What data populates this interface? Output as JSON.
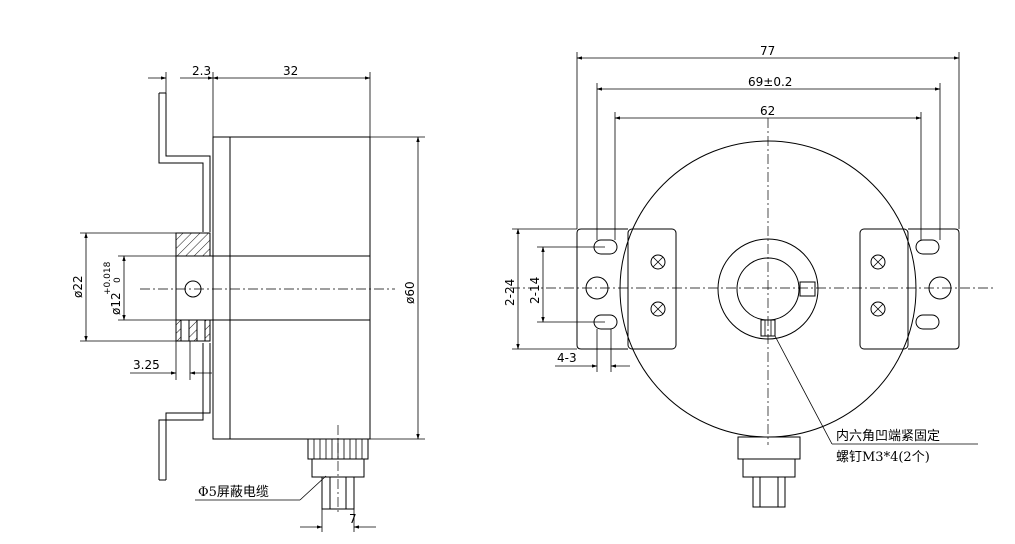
{
  "side_view": {
    "dim_flange_thickness": "2.3",
    "dim_body_length": "32",
    "dim_bore_diameter": "ø22",
    "dim_shaft_diameter": "ø12",
    "dim_shaft_tol_upper": "+0.018",
    "dim_shaft_tol_lower": "0",
    "dim_body_diameter": "ø60",
    "dim_collar": "3.25",
    "dim_cable_offset": "7",
    "cable_label": "Φ5屏蔽电缆"
  },
  "front_view": {
    "dim_overall_width": "77",
    "dim_slot_pitch": "69±0.2",
    "dim_hole_pitch": "62",
    "dim_slot_height": "2-24",
    "dim_hole_height": "2-14",
    "dim_slot_width": "4-3",
    "note_line1": "内六角凹端紧固定",
    "note_line2": "螺钉M3*4(2个)"
  }
}
